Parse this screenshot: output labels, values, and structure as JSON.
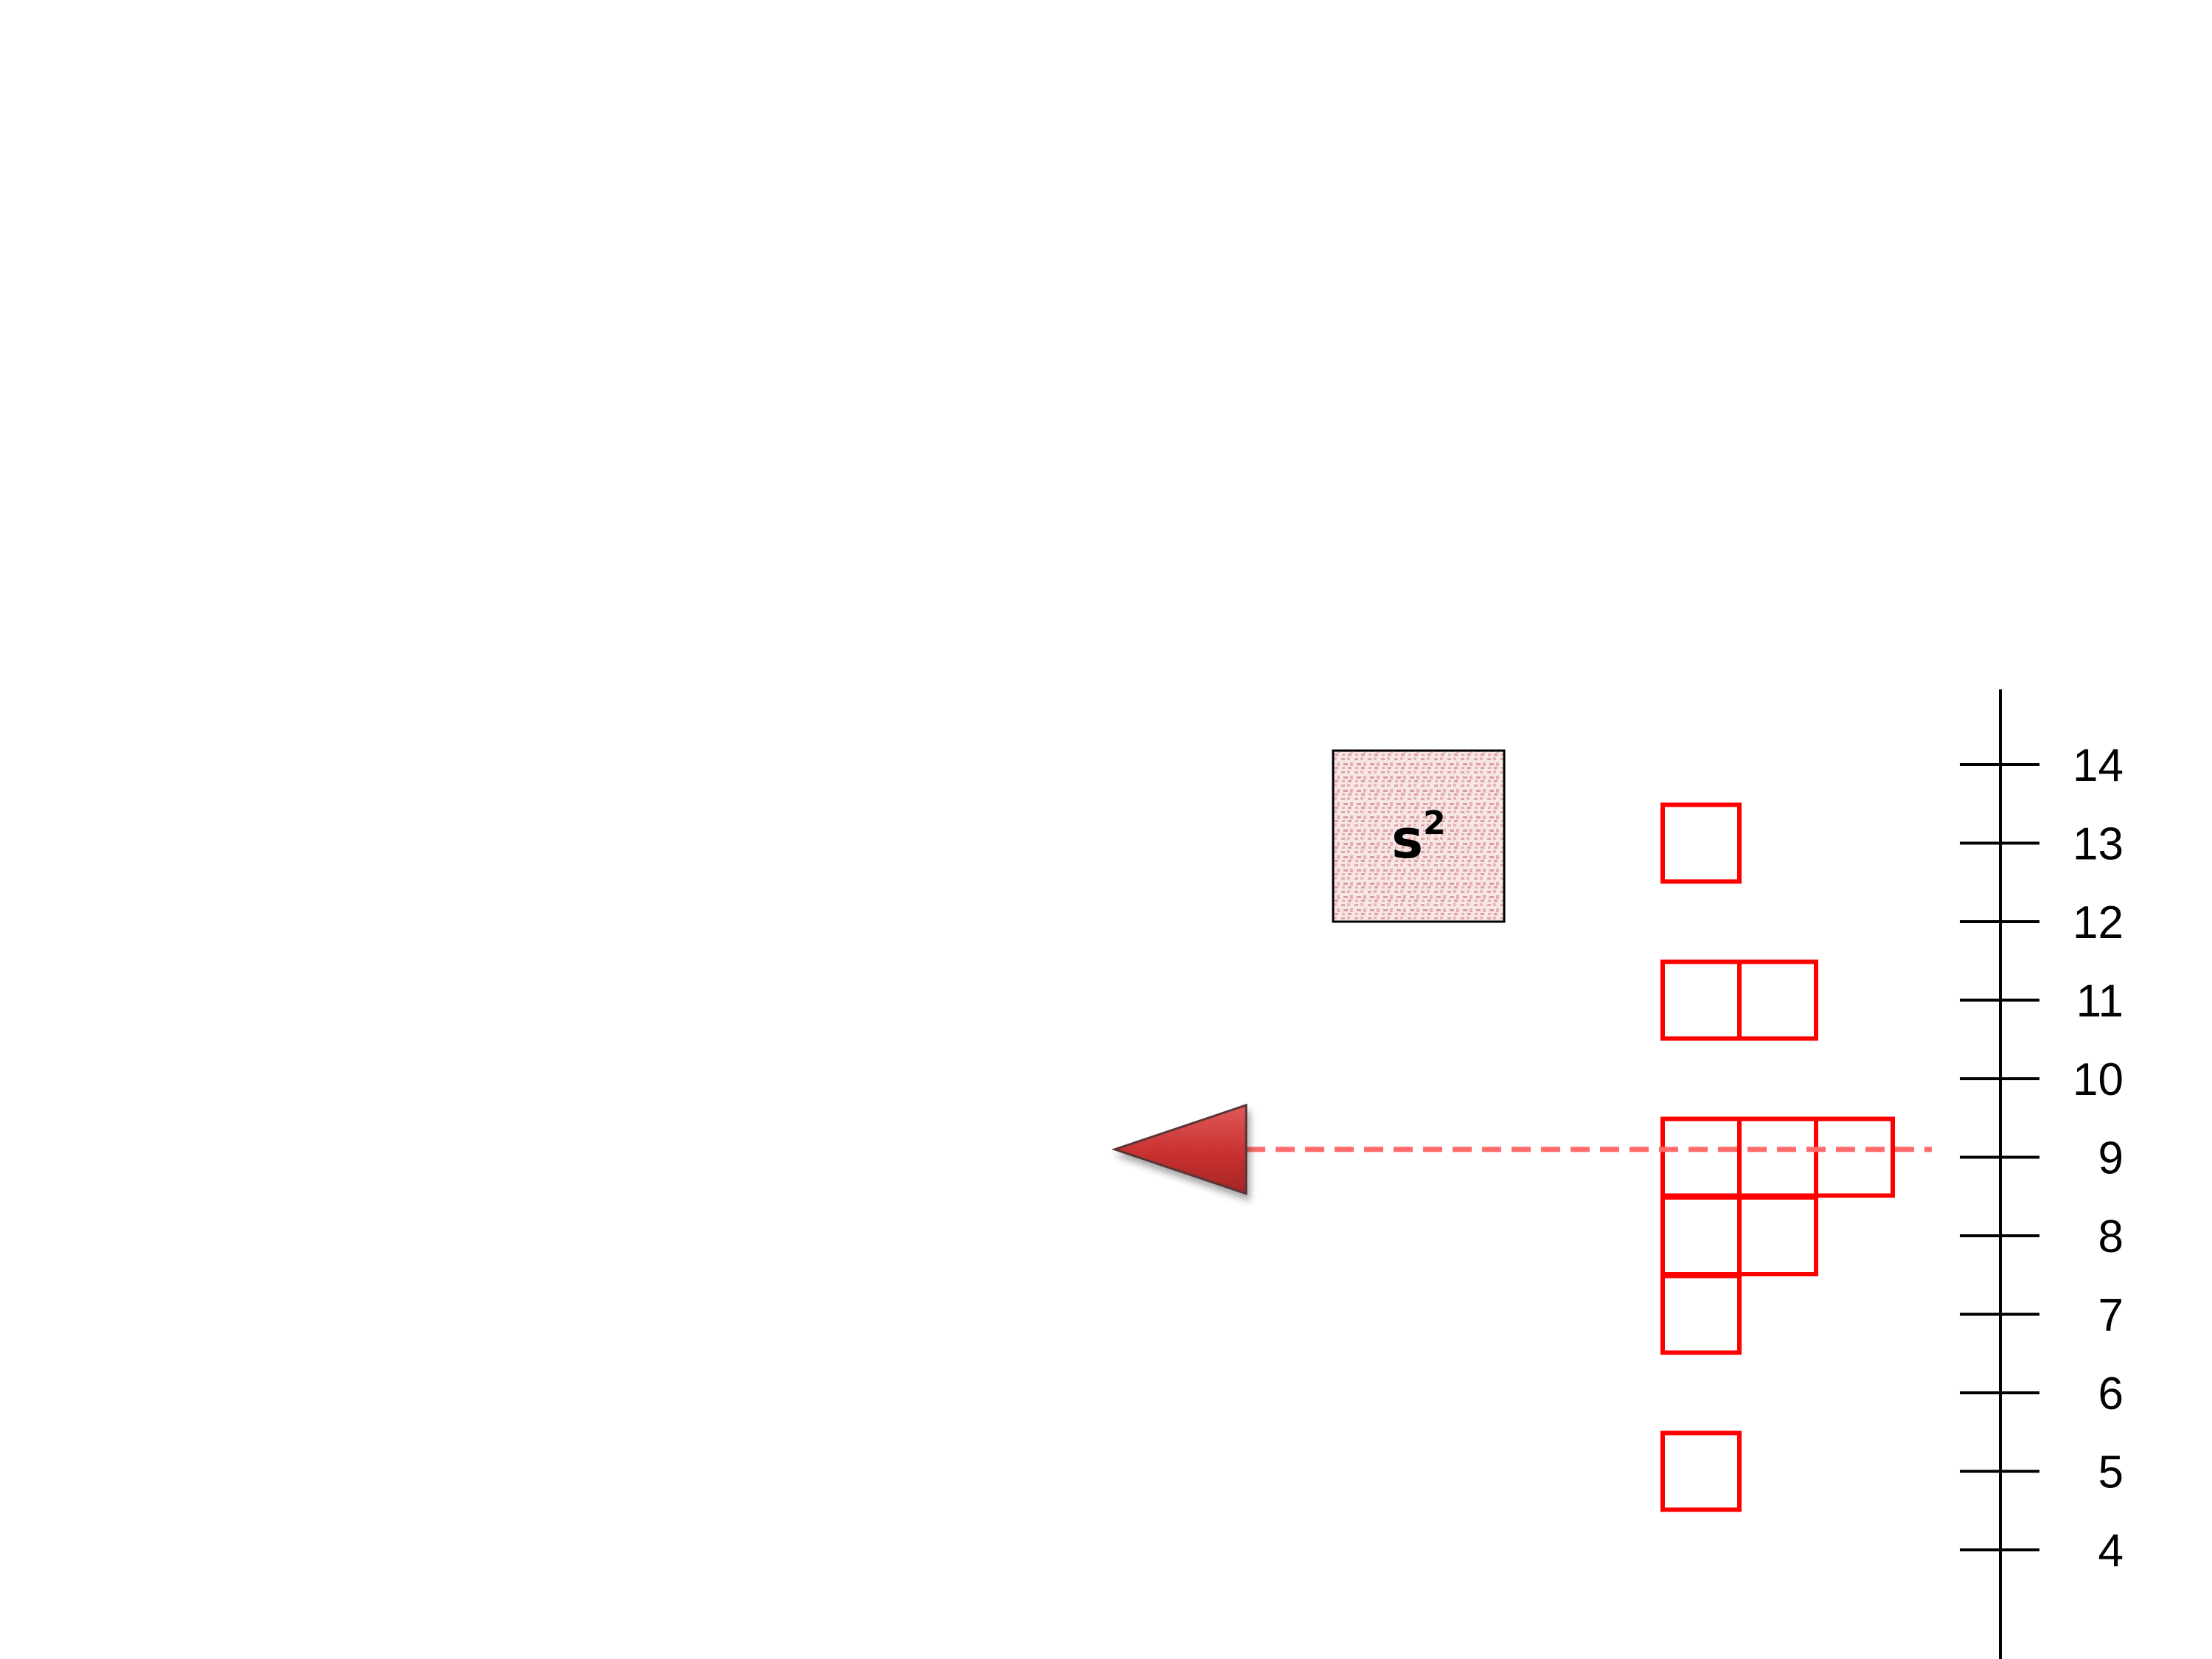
{
  "variance_box": {
    "base": "s",
    "exponent": "2"
  },
  "axis": {
    "ticks": [
      14,
      13,
      12,
      11,
      10,
      9,
      8,
      7,
      6,
      5,
      4
    ],
    "marker_value": 9.1
  },
  "dot_plot": {
    "type": "dot-plot",
    "columns": [
      {
        "value": 13,
        "count": 1
      },
      {
        "value": 11,
        "count": 2
      },
      {
        "value": 9,
        "count": 3
      },
      {
        "value": 8,
        "count": 2
      },
      {
        "value": 7,
        "count": 1
      },
      {
        "value": 5,
        "count": 1
      }
    ]
  },
  "colors": {
    "square_stroke": "#ff0000",
    "dashed_line": "#ff6b6b",
    "arrow_fill": "#c0392b",
    "arrow_stroke": "#5a3535",
    "box_fill": "#f5dada",
    "axis": "#000000"
  }
}
